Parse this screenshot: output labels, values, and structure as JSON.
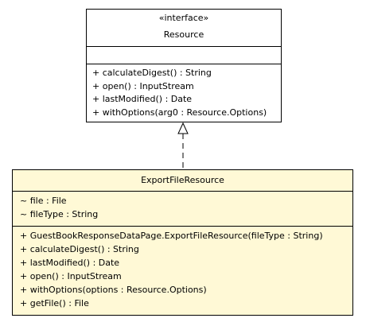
{
  "interface_class": {
    "stereotype": "«interface»",
    "name": "Resource",
    "attributes": [],
    "operations": [
      "+ calculateDigest() : String",
      "+ open() : InputStream",
      "+ lastModified() : Date",
      "+ withOptions(arg0 : Resource.Options)"
    ]
  },
  "implementing_class": {
    "name": "ExportFileResource",
    "attributes": [
      "~ file : File",
      "~ fileType : String"
    ],
    "operations": [
      "+ GuestBookResponseDataPage.ExportFileResource(fileType : String)",
      "+ calculateDigest() : String",
      "+ lastModified() : Date",
      "+ open() : InputStream",
      "+ withOptions(options : Resource.Options)",
      "+ getFile() : File"
    ]
  },
  "relationship": "realization",
  "colors": {
    "interface_fill": "#ffffff",
    "class_fill": "#fff9d6",
    "line": "#000000"
  }
}
